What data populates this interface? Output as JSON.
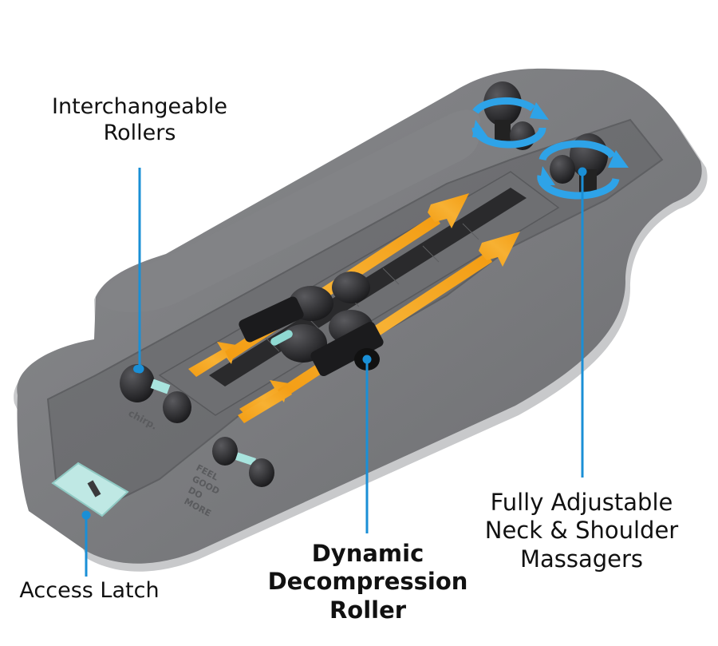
{
  "labels": {
    "interchangeable_rollers": [
      "Interchangeable",
      "Rollers"
    ],
    "access_latch": [
      "Access Latch"
    ],
    "dynamic_decompression_roller": [
      "Dynamic",
      "Decompression",
      "Roller"
    ],
    "neck_shoulder_massagers": [
      "Fully Adjustable",
      "Neck & Shoulder",
      "Massagers"
    ]
  },
  "device_imprint": {
    "brand": "chirp.",
    "slogan": [
      "FEEL",
      "GOOD",
      "DO",
      "MORE"
    ]
  },
  "colors": {
    "callout_line": "#1a8fd6",
    "arrow_orange": "#f7a81b",
    "rotation_arrow_blue": "#2ea3e8",
    "body_gray": "#7a7b7e",
    "latch_mint": "#bfe8e4"
  }
}
